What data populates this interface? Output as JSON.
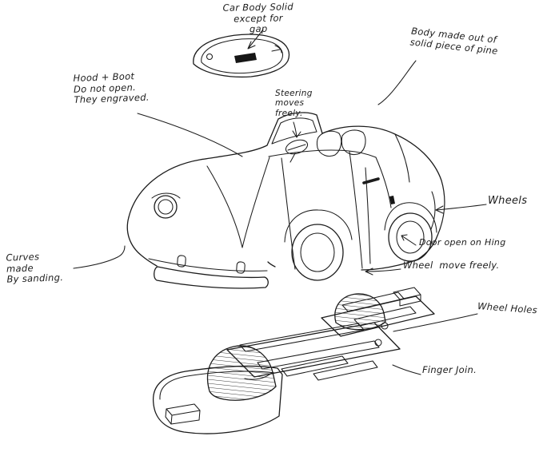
{
  "annotations": {
    "car_body_gap": "Car Body Solid\nexcept for\ngap",
    "body_material": "Body made out of\nsolid piece of pine",
    "hood_boot": "Hood + Boot\nDo not open.\nThey engraved.",
    "steering": "Steering\nmoves\nfreely.",
    "wheels": "Wheels",
    "door_hinge": "Door open on Hing",
    "wheel_move": "Wheel  move freely.",
    "curves": "Curves\nmade\nBy sanding.",
    "wheel_holes": "Wheel Holes",
    "finger_join": "Finger Join."
  },
  "colors": {
    "ink": "#1c1c1c",
    "paper": "#ffffff"
  }
}
